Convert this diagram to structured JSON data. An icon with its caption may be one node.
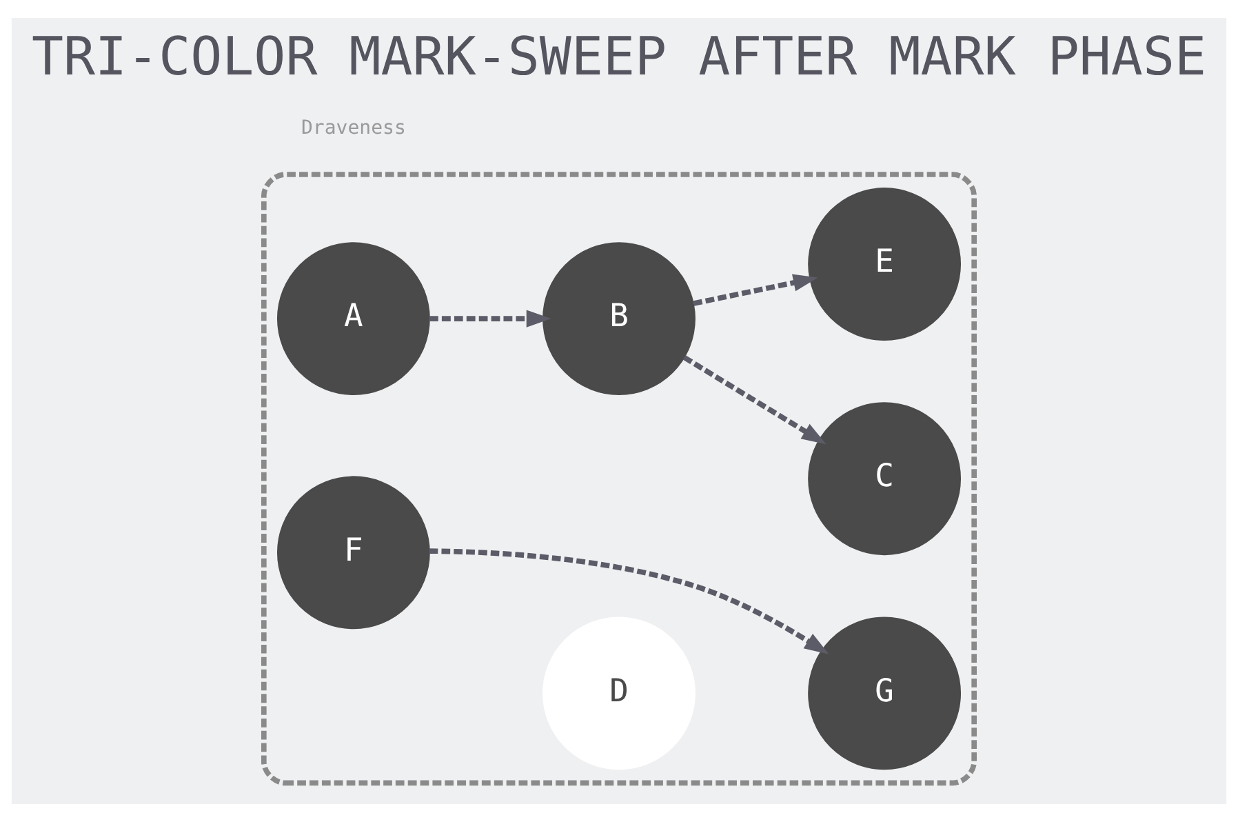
{
  "diagram": {
    "title": "TRI-COLOR MARK-SWEEP AFTER MARK PHASE",
    "nodes": [
      {
        "text": [],
        "shape": "box"
      },
      {
        "text": [
          "A"
        ],
        "in": 0
      },
      {
        "text": [
          "B"
        ],
        "in": 0
      },
      {
        "text": [
          "C"
        ],
        "in": 0
      },
      {
        "text": [
          "D"
        ],
        "in": 0
      },
      {
        "text": [
          "E"
        ],
        "in": 0
      },
      {
        "text": [
          "F"
        ],
        "in": 0
      },
      {
        "text": [
          "G"
        ],
        "in": 0
      }
    ],
    "edges": [
      {
        "from": 1,
        "to": 2,
        "arrow": "to",
        "style": "dashed"
      },
      {
        "from": 2,
        "to": 3,
        "arrow": "to",
        "style": "dashed"
      },
      {
        "from": 2,
        "to": 5,
        "arrow": "to",
        "style": "dashed"
      },
      {
        "from": 6,
        "to": 7,
        "arrow": "to",
        "style": "dashed"
      }
    ],
    "labels": [
      "Draveness"
    ]
  }
}
